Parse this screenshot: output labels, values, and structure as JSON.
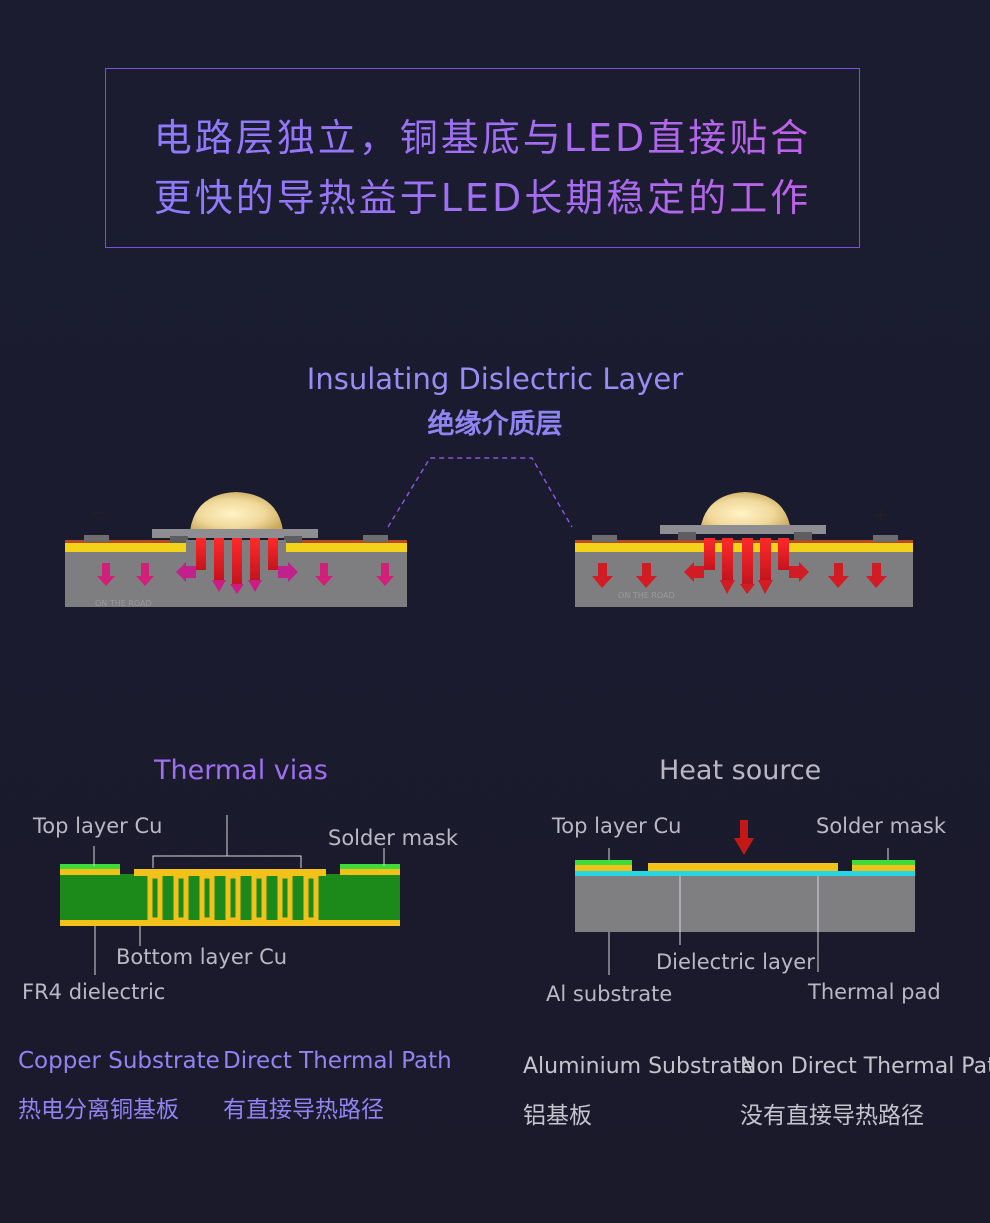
{
  "headline": {
    "line1": "电路层独立，铜基底与LED直接贴合",
    "line2": "更快的导热益于LED长期稳定的工作"
  },
  "insulating": {
    "title_en": "Insulating Dislectric Layer",
    "title_cn": "绝缘介质层"
  },
  "led_left": {
    "minus": "−",
    "plus": "+",
    "watermark": "ON THE ROAD"
  },
  "led_right": {
    "minus": "−",
    "plus": "+",
    "watermark": "ON THE ROAD"
  },
  "copper_section": {
    "title": "Thermal vias",
    "top_layer": "Top layer Cu",
    "solder_mask": "Solder mask",
    "bottom_layer": "Bottom layer Cu",
    "fr4": "FR4 dielectric",
    "caption_en_1": "Copper Substrate",
    "caption_en_2": "Direct Thermal Path",
    "caption_cn_1": "热电分离铜基板",
    "caption_cn_2": "有直接导热路径"
  },
  "aluminium_section": {
    "title": "Heat source",
    "top_layer": "Top layer Cu",
    "solder_mask": "Solder mask",
    "dielectric": "Dielectric layer",
    "al_substrate": "Al substrate",
    "thermal_pad": "Thermal pad",
    "caption_en_1": "Aluminium Substrate",
    "caption_en_2": "Non Direct Thermal Path",
    "caption_cn_1": "铝基板",
    "caption_cn_2": "没有直接导热路径"
  },
  "colors": {
    "accent_purple": "#8f84f2",
    "heat_red": "#e0202a",
    "copper_yellow": "#f3c21a",
    "fr4_green": "#1b8a1b",
    "dielectric_cyan": "#26d6e0",
    "substrate_gray": "#7f7f82"
  }
}
